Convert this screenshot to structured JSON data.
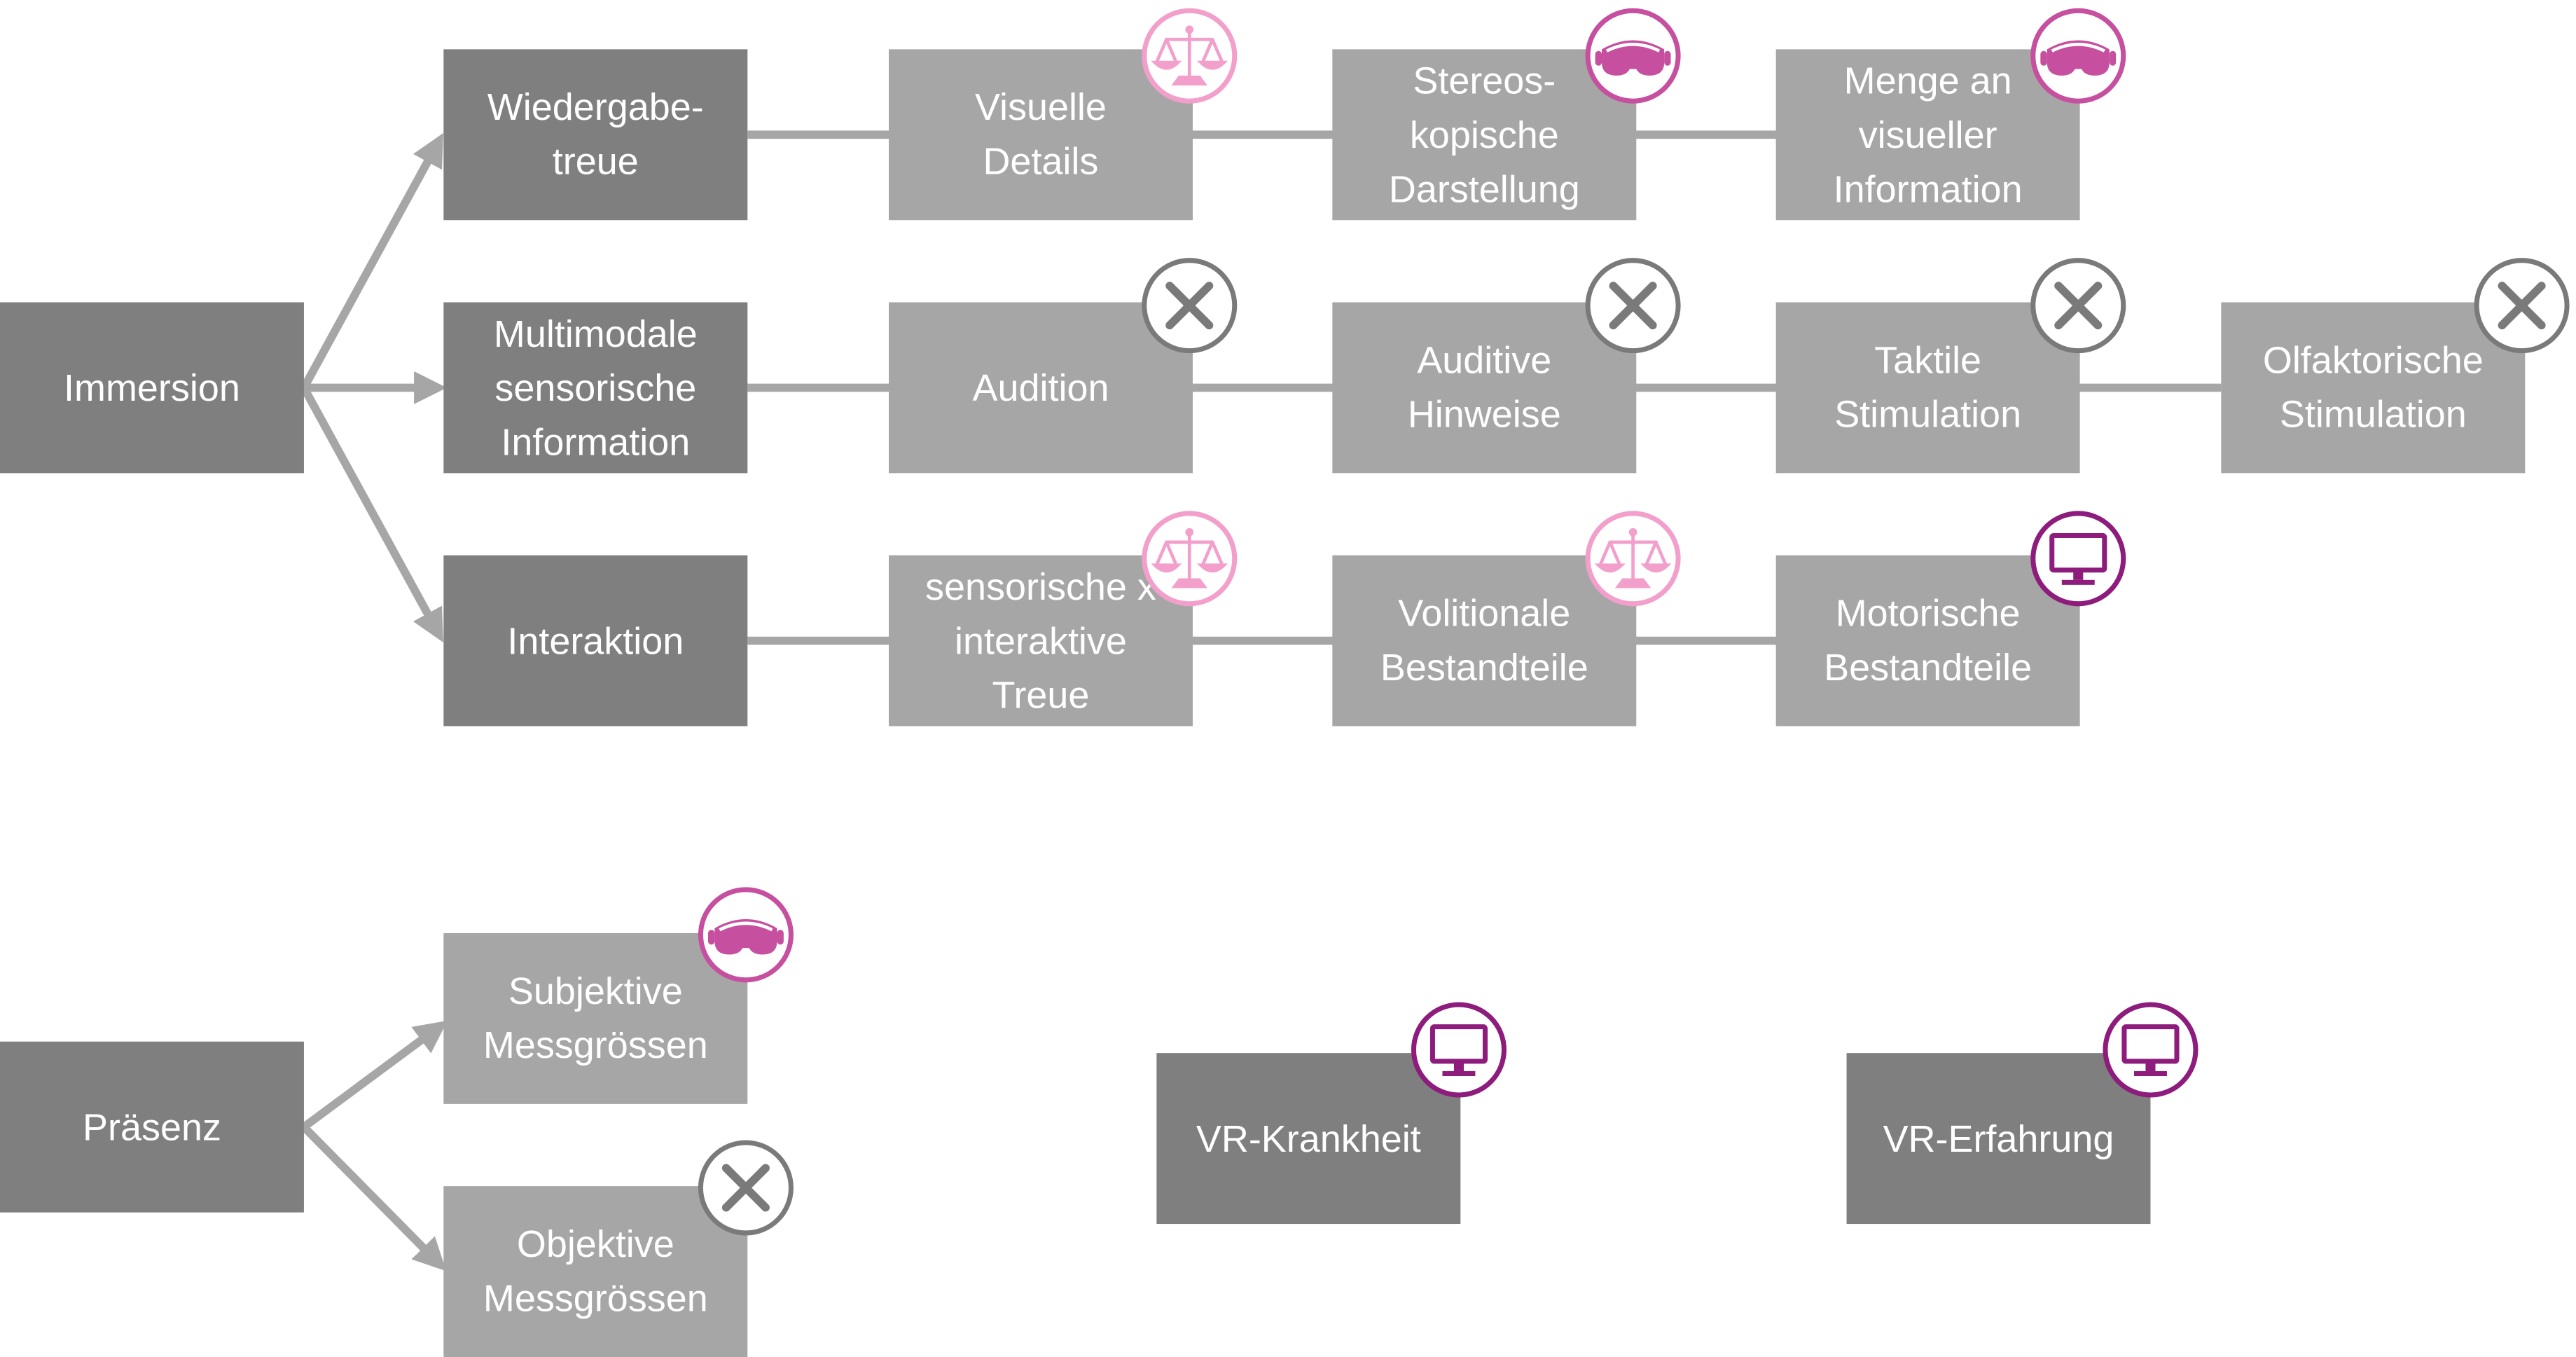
{
  "colors": {
    "dark_box": "#7f7f7f",
    "light_box": "#a6a6a6",
    "connector": "#a6a6a6",
    "cross_icon": "#7a7a7a",
    "scale_icon": "#f2a0cb",
    "headset_icon": "#c64f9f",
    "monitor_icon": "#8d1c7c"
  },
  "immersion": {
    "root": "Immersion",
    "rows": [
      {
        "head": "Wiedergabe-\ntreue",
        "items": [
          {
            "label": "Visuelle\nDetails",
            "icon": "scale-icon"
          },
          {
            "label": "Stereos-\nkopische\nDarstellung",
            "icon": "vr-headset-icon"
          },
          {
            "label": "Menge an\nvisueller\nInformation",
            "icon": "vr-headset-icon"
          }
        ]
      },
      {
        "head": "Multimodale\nsensorische\nInformation",
        "items": [
          {
            "label": "Audition",
            "icon": "cross-icon"
          },
          {
            "label": "Auditive\nHinweise",
            "icon": "cross-icon"
          },
          {
            "label": "Taktile\nStimulation",
            "icon": "cross-icon"
          },
          {
            "label": "Olfaktorische\nStimulation",
            "icon": "cross-icon"
          }
        ]
      },
      {
        "head": "Interaktion",
        "items": [
          {
            "label": "sensorische x\ninteraktive\nTreue",
            "icon": "scale-icon"
          },
          {
            "label": "Volitionale\nBestandteile",
            "icon": "scale-icon"
          },
          {
            "label": "Motorische\nBestandteile",
            "icon": "monitor-icon"
          }
        ]
      }
    ]
  },
  "praesenz": {
    "root": "Präsenz",
    "items": [
      {
        "label": "Subjektive\nMessgrössen",
        "icon": "vr-headset-icon"
      },
      {
        "label": "Objektive\nMessgrössen",
        "icon": "cross-icon"
      }
    ]
  },
  "standalone": [
    {
      "label": "VR-Krankheit",
      "icon": "monitor-icon"
    },
    {
      "label": "VR-Erfahrung",
      "icon": "monitor-icon"
    }
  ]
}
